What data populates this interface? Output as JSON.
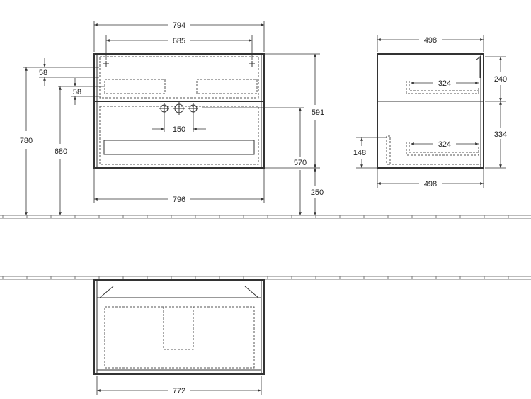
{
  "views": {
    "front": {
      "overall_width": "794",
      "hole_spacing": "685",
      "bottom_width": "796",
      "offset_top": "58",
      "offset_second": "58",
      "height_total": "780",
      "height_second": "680",
      "cabinet_height": "591",
      "drawer_height": "570",
      "floor_clearance": "250",
      "pipe_spacing": "150"
    },
    "side": {
      "depth_top": "498",
      "depth_bottom": "498",
      "upper_drawer_depth": "324",
      "lower_drawer_depth": "324",
      "upper_height": "240",
      "lower_height": "334",
      "plinth_height": "148"
    },
    "plan": {
      "width": "772"
    }
  },
  "colors": {
    "line": "#333333",
    "wall": "#777777"
  }
}
